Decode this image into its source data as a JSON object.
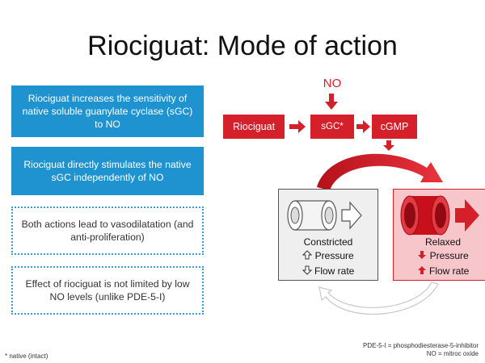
{
  "title": "Riociguat: Mode of action",
  "left_boxes": [
    {
      "text": "Riociguat increases the sensitivity of native soluble guanylate cyclase (sGC) to NO"
    },
    {
      "text": "Riociguat directly stimulates the native sGC independently of NO"
    },
    {
      "text": "Both actions lead to vasodilatation (and anti-proliferation)"
    },
    {
      "text": "Effect of riociguat is not limited by low NO levels (unlike PDE-5-I)"
    }
  ],
  "pathway": {
    "no": "NO",
    "riociguat": "Riociguat",
    "sgc": "sGC*",
    "cgmp": "cGMP"
  },
  "constricted": {
    "title": "Constricted",
    "pressure": "Pressure",
    "flow": "Flow rate"
  },
  "relaxed": {
    "title": "Relaxed",
    "pressure": "Pressure",
    "flow": "Flow rate"
  },
  "footnote": "* native (intact)",
  "abbreviations": [
    "PDE-5-I = phosphodiesterase-5-inhibitor",
    "NO = mitroc oxide"
  ],
  "colors": {
    "red": "#d4202b",
    "blue": "#1e93cf",
    "pink": "#f6c6cb",
    "grey": "#efefef"
  }
}
